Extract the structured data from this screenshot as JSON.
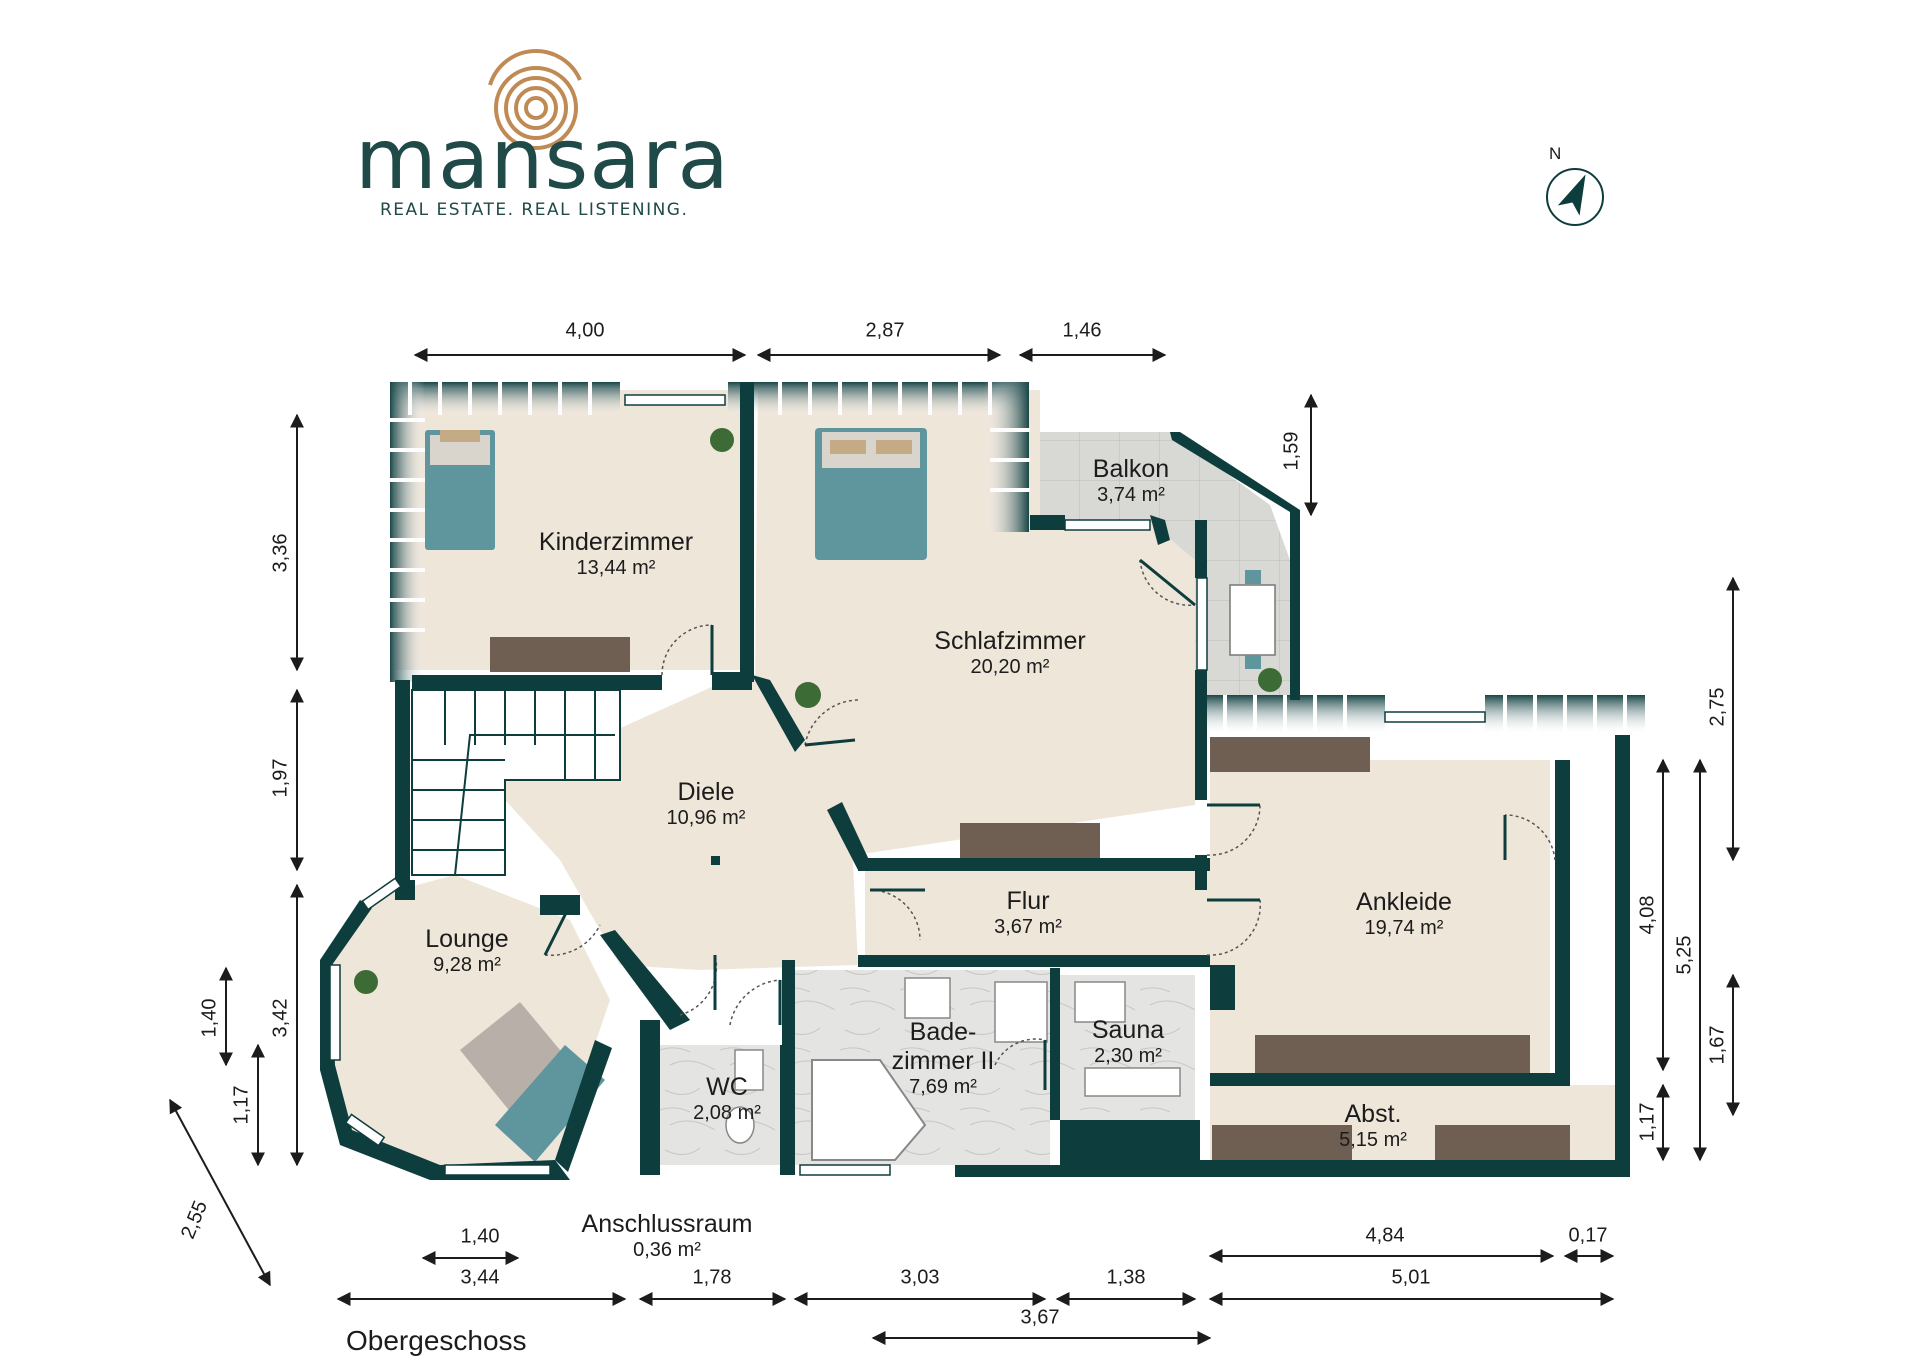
{
  "brand": {
    "name": "mansara",
    "tagline": "REAL ESTATE. REAL LISTENING."
  },
  "compass": {
    "label": "N"
  },
  "floor_label": "Obergeschoss",
  "colors": {
    "wall": "#0e3d3e",
    "floor": "#efe6da",
    "tile": "#d9d9d6",
    "furniture_blue": "#5f969d",
    "wood": "#6f5e52",
    "brand": "#1f4a47"
  },
  "rooms": [
    {
      "id": "kinderzimmer",
      "name": "Kinderzimmer",
      "area": "13,44 m²"
    },
    {
      "id": "schlafzimmer",
      "name": "Schlafzimmer",
      "area": "20,20 m²"
    },
    {
      "id": "balkon",
      "name": "Balkon",
      "area": "3,74 m²"
    },
    {
      "id": "diele",
      "name": "Diele",
      "area": "10,96 m²"
    },
    {
      "id": "flur",
      "name": "Flur",
      "area": "3,67 m²"
    },
    {
      "id": "ankleide",
      "name": "Ankleide",
      "area": "19,74 m²"
    },
    {
      "id": "lounge",
      "name": "Lounge",
      "area": "9,28 m²"
    },
    {
      "id": "wc",
      "name": "WC",
      "area": "2,08 m²"
    },
    {
      "id": "badezimmer",
      "name_line1": "Bade-",
      "name_line2": "zimmer II",
      "area": "7,69 m²"
    },
    {
      "id": "sauna",
      "name": "Sauna",
      "area": "2,30 m²"
    },
    {
      "id": "abst",
      "name": "Abst.",
      "area": "5,15 m²"
    },
    {
      "id": "anschlussraum",
      "name": "Anschlussraum",
      "area": "0,36 m²"
    }
  ],
  "dimensions": {
    "top": [
      "4,00",
      "2,87",
      "1,46"
    ],
    "left": [
      "3,36",
      "1,97",
      "3,42",
      "1,40",
      "1,17",
      "2,55"
    ],
    "right": [
      "1,59",
      "2,75",
      "4,08",
      "5,25",
      "1,67",
      "1,17"
    ],
    "bottom": [
      "1,40",
      "3,44",
      "1,78",
      "3,03",
      "1,38",
      "3,67",
      "4,84",
      "0,17",
      "5,01"
    ]
  }
}
